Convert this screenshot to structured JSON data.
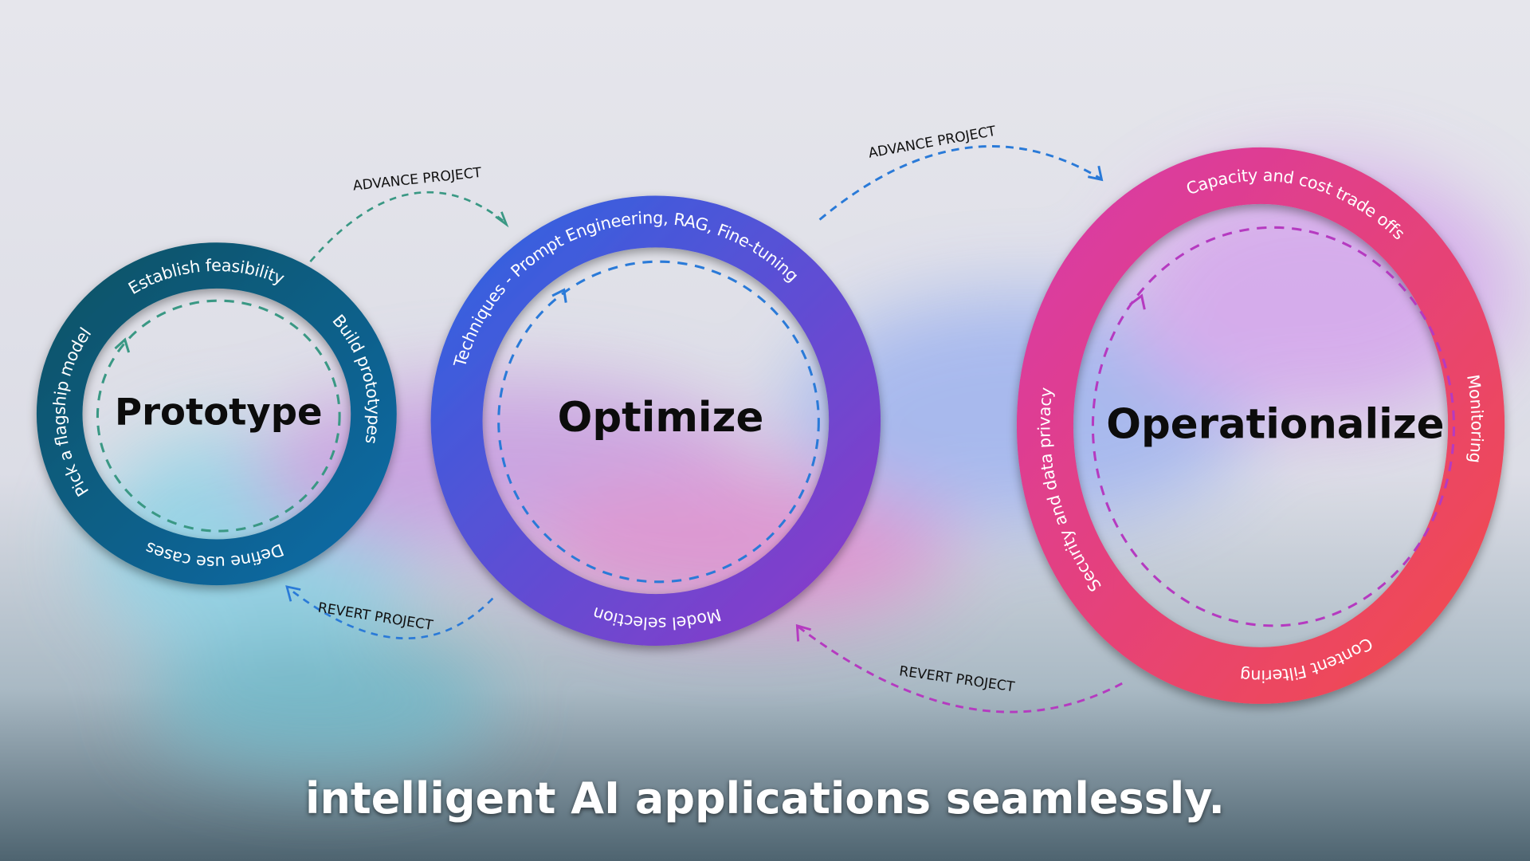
{
  "colors": {
    "prototype_ring": [
      "#0f5366",
      "#0b6aa6"
    ],
    "optimize_ring": [
      "#2f63e0",
      "#8b3ac8"
    ],
    "operationalize_ring": [
      "#d83aa8",
      "#f24a4c"
    ],
    "prototype_dash": "#3a9884",
    "optimize_dash": "#2a7ad8",
    "operationalize_dash": "#b53ac0"
  },
  "stages": {
    "prototype": {
      "title": "Prototype",
      "ring_labels": [
        "Pick a flagship model",
        "Establish feasibility",
        "Build prototypes",
        "Define use cases"
      ]
    },
    "optimize": {
      "title": "Optimize",
      "ring_labels": [
        "Techniques - Prompt Engineering, RAG, Fine-tuning",
        "Model selection"
      ]
    },
    "operationalize": {
      "title": "Operationalize",
      "ring_labels": [
        "Security and data privacy",
        "Capacity and cost trade offs",
        "Monitoring",
        "Content Filtering"
      ]
    }
  },
  "arrows": {
    "advance_1": "ADVANCE PROJECT",
    "revert_1": "REVERT PROJECT",
    "advance_2": "ADVANCE PROJECT",
    "revert_2": "REVERT PROJECT"
  },
  "subtitle": "intelligent AI applications seamlessly."
}
